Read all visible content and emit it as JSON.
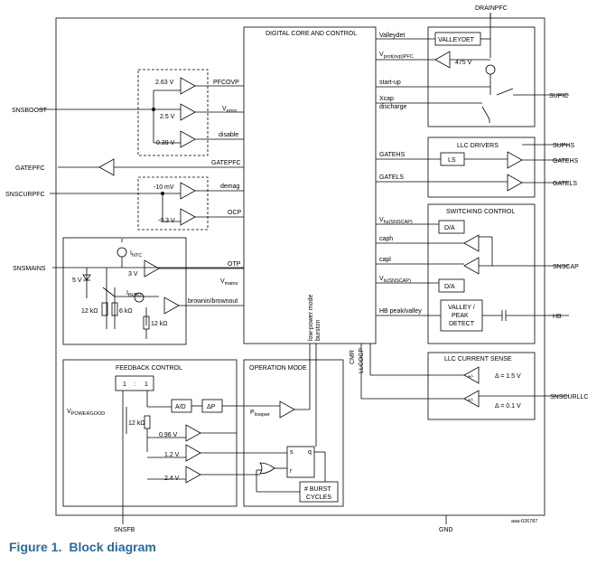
{
  "caption": {
    "figure": "Figure 1.",
    "title": "Block diagram"
  },
  "doc_id": "aaa-026787",
  "pins": {
    "drainpfc": "DRAINPFC",
    "supic": "SUPIC",
    "snsboost": "SNSBOOST",
    "gatepfc": "GATEPFC",
    "snscurpfc": "SNSCURPFC",
    "snsmains": "SNSMAINS",
    "suphs": "SUPHS",
    "gatehs": "GATEHS",
    "gatels": "GATELS",
    "snscap": "SNSCAP",
    "hb": "HB",
    "snscurllc": "SNSCURLLC",
    "snsfb": "SNSFB",
    "gnd": "GND"
  },
  "core": {
    "title": "DIGITAL CORE AND CONTROL",
    "left_signals": [
      "PFCOVP",
      "V",
      "disable",
      "GATEPFC",
      "demag",
      "OCP",
      "OTP",
      "V",
      "brownin/brownout"
    ],
    "v_error_sub": "error",
    "v_mains_sub": "mains",
    "right_signals": [
      "Valleydet",
      "start-up",
      "Xcap",
      "discharge",
      "GATEHS",
      "GATELS",
      "caph",
      "capl",
      "HB peak/valley"
    ],
    "vprot": "V",
    "vprot_sub": "prot(ovp)PFC",
    "vhs": "V",
    "vhs_sub": "hs(SNSCAP)",
    "vls": "V",
    "vls_sub": "ls(SNSCAP)",
    "bottom_signals": [
      "low-power mode",
      "burston",
      "CMR",
      "LLCOCP"
    ]
  },
  "pfc_block": {
    "v1": "2.63 V",
    "v2": "2.5 V",
    "v3": "0.39 V"
  },
  "curpfc_block": {
    "v1": "-10 mV",
    "v2": "-0.3 V"
  },
  "mains_block": {
    "intc": "I",
    "intc_sub": "NTC",
    "ibibo": "I",
    "ibibo_sub": "BI/BO",
    "v3": "3 V",
    "v5": "5 V",
    "r12a": "12 kΩ",
    "r6": "6 kΩ",
    "r12b": "12 kΩ"
  },
  "valleydet": {
    "label": "VALLEYDET",
    "v475": "475 V"
  },
  "llc_drivers": {
    "title": "LLC DRIVERS",
    "ls": "LS"
  },
  "switching": {
    "title": "SWITCHING CONTROL",
    "da1": "D/A",
    "da2": "D/A",
    "valley1": "VALLEY /",
    "valley2": "PEAK",
    "valley3": "DETECT"
  },
  "current_sense": {
    "title": "LLC CURRENT SENSE",
    "d15": "Δ = 1.5 V",
    "d01": "Δ = 0.1 V",
    "pm": "+/-"
  },
  "feedback": {
    "title": "FEEDBACK CONTROL",
    "ratio1": "1",
    "ratio2": "1",
    "vpg": "V",
    "vpg_sub": "POWERGOOD",
    "r12": "12 kΩ",
    "ad": "A/D",
    "dp": "ΔP",
    "v096": "0.96 V",
    "v12": "1.2 V",
    "v24": "2.4 V"
  },
  "op_mode": {
    "title": "OPERATION MODE",
    "plow": "P",
    "plow_sub": "lowpwr",
    "s": "s",
    "q": "q",
    "r": "r",
    "burst1": "# BURST",
    "burst2": "CYCLES"
  }
}
